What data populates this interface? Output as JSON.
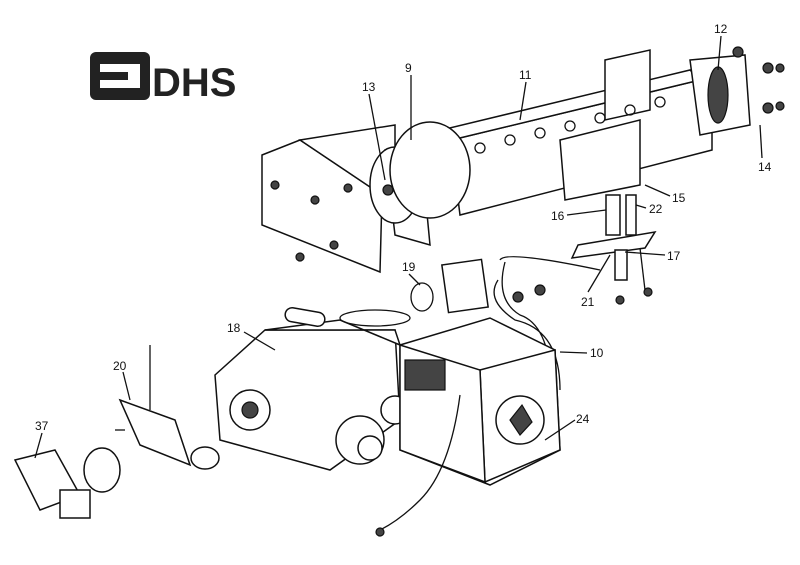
{
  "logo": {
    "text": "DHS"
  },
  "callouts": [
    {
      "id": "9",
      "label": "9"
    },
    {
      "id": "11",
      "label": "11"
    },
    {
      "id": "12",
      "label": "12"
    },
    {
      "id": "13",
      "label": "13"
    },
    {
      "id": "14",
      "label": "14"
    },
    {
      "id": "15",
      "label": "15"
    },
    {
      "id": "16",
      "label": "16"
    },
    {
      "id": "22",
      "label": "22"
    },
    {
      "id": "17",
      "label": "17"
    },
    {
      "id": "21",
      "label": "21"
    },
    {
      "id": "19",
      "label": "19"
    },
    {
      "id": "10",
      "label": "10"
    },
    {
      "id": "18",
      "label": "18"
    },
    {
      "id": "20",
      "label": "20"
    },
    {
      "id": "37",
      "label": "37"
    },
    {
      "id": "24",
      "label": "24"
    }
  ]
}
